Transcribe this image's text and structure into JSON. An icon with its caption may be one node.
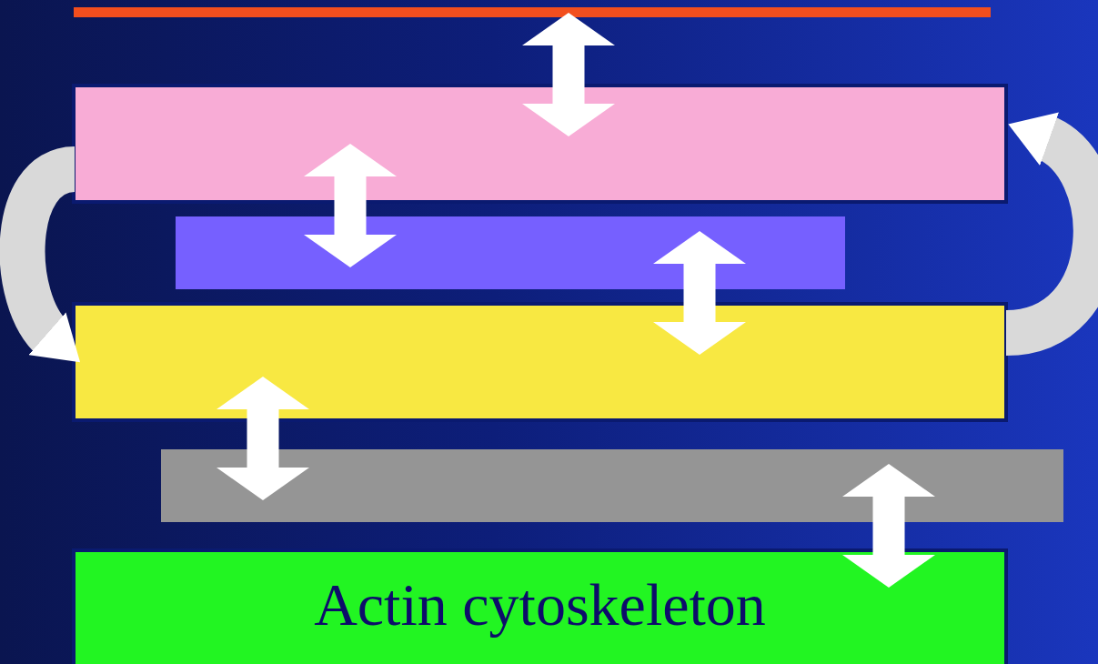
{
  "diagram": {
    "nodes": [
      {
        "text": [],
        "shape": "bar"
      },
      {
        "text": [],
        "shape": "box"
      },
      {
        "text": [],
        "shape": "bar"
      },
      {
        "text": [],
        "shape": "box"
      },
      {
        "text": [],
        "shape": "bar"
      },
      {
        "text": [
          "Actin cytoskeleton"
        ]
      }
    ],
    "edges": [
      {
        "from": 0,
        "to": 1,
        "arrow": "both"
      },
      {
        "from": 1,
        "to": 2,
        "arrow": "both"
      },
      {
        "from": 2,
        "to": 3,
        "arrow": "both"
      },
      {
        "from": 3,
        "to": 4,
        "arrow": "both"
      },
      {
        "from": 4,
        "to": 5,
        "arrow": "both"
      },
      {
        "from": 1,
        "to": 3,
        "arrow": "to",
        "color": "#d9d9d9"
      },
      {
        "from": 3,
        "to": 1,
        "arrow": "to",
        "color": "#d9d9d9"
      }
    ]
  }
}
